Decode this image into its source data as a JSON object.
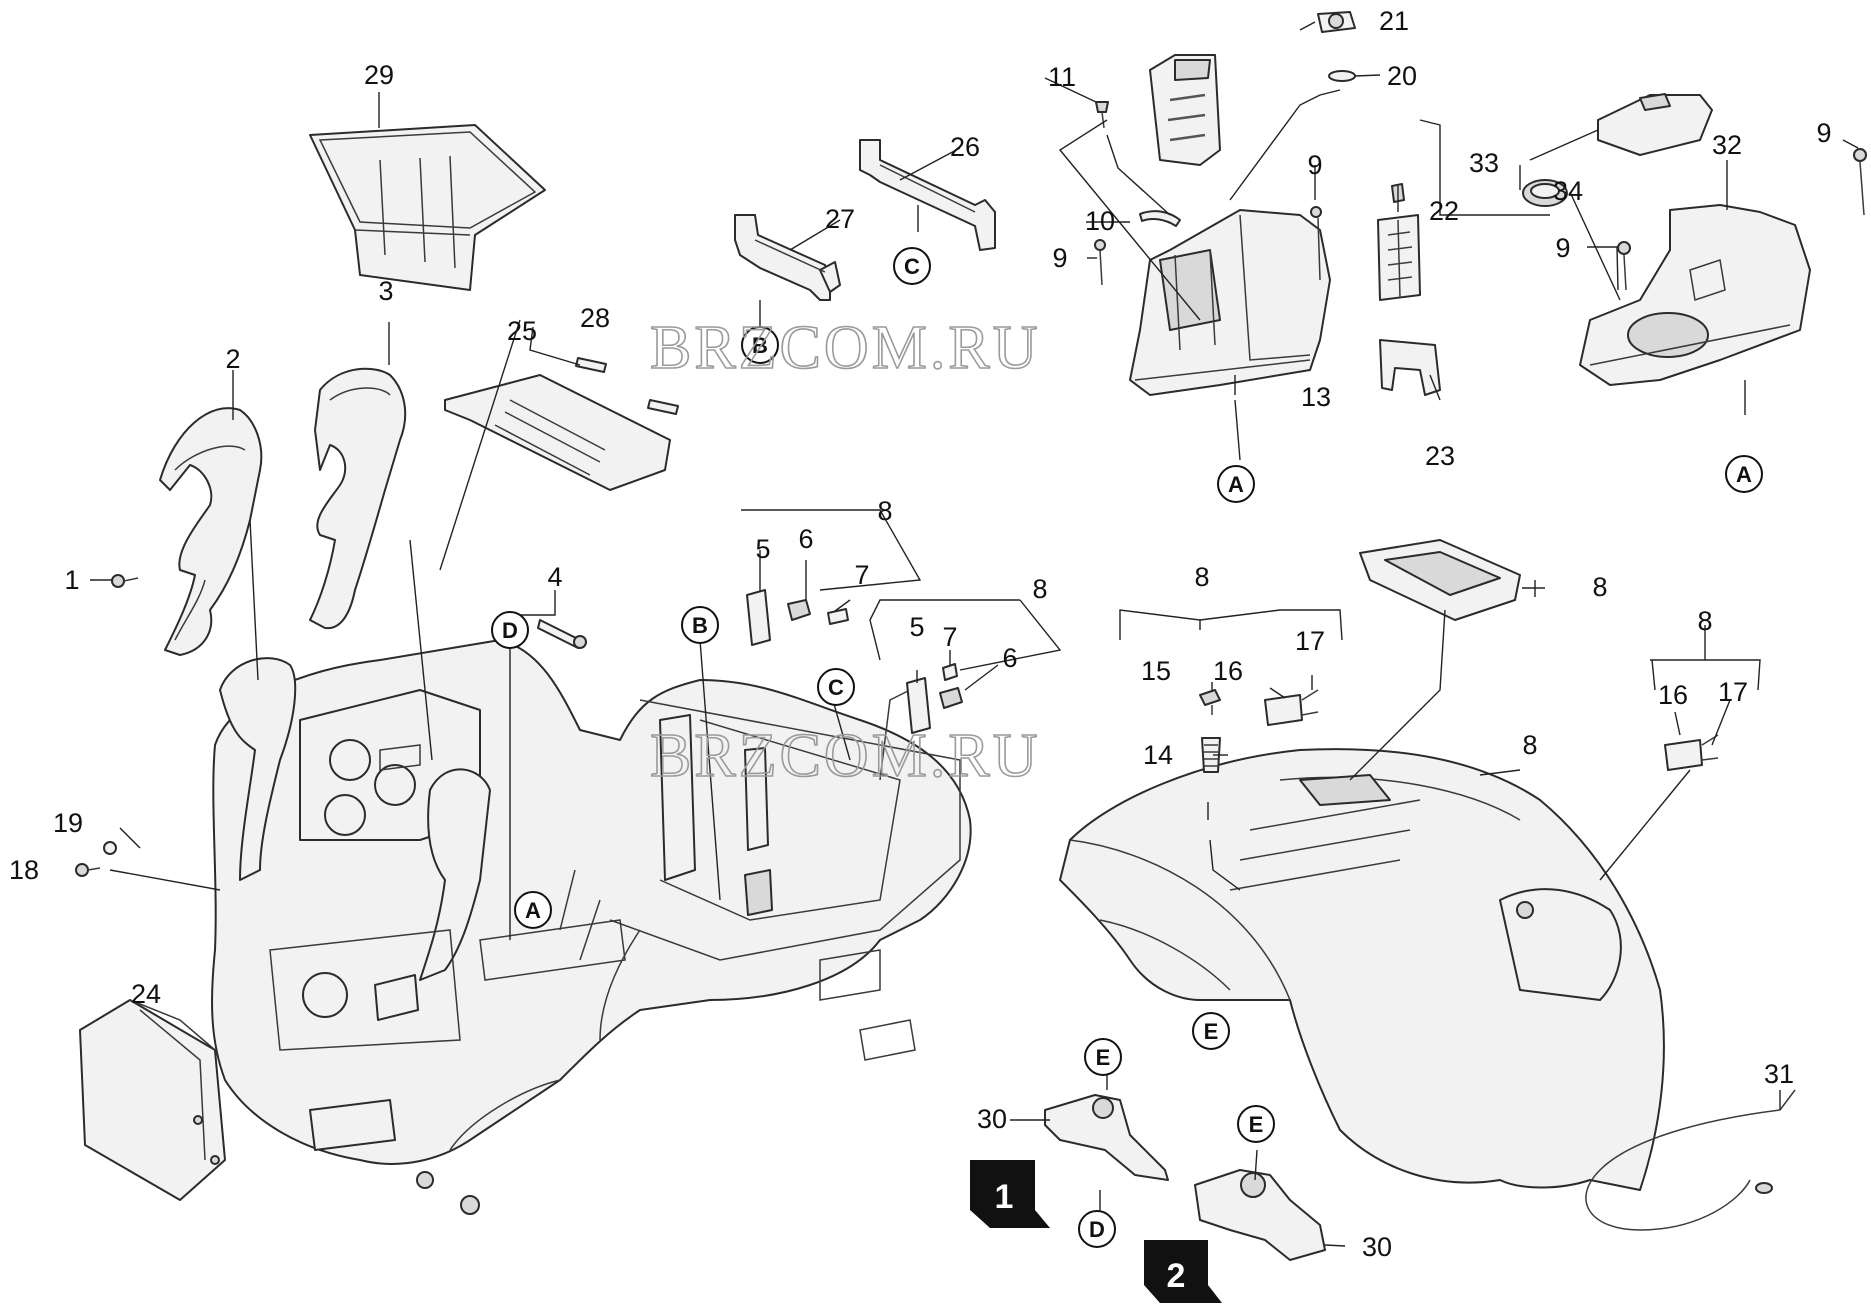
{
  "watermark": "BRZCOM.RU",
  "callouts": {
    "c1": "1",
    "c2": "2",
    "c3": "3",
    "c4": "4",
    "c5a": "5",
    "c5b": "5",
    "c6a": "6",
    "c6b": "6",
    "c7a": "7",
    "c7b": "7",
    "c8a": "8",
    "c8b": "8",
    "c8c": "8",
    "c8d": "8",
    "c8e": "8",
    "c8f": "8",
    "c9a": "9",
    "c9b": "9",
    "c9c": "9",
    "c9d": "9",
    "c10": "10",
    "c11": "11",
    "c13": "13",
    "c14": "14",
    "c15": "15",
    "c16a": "16",
    "c16b": "16",
    "c17a": "17",
    "c17b": "17",
    "c18": "18",
    "c19": "19",
    "c20": "20",
    "c21": "21",
    "c22": "22",
    "c23": "23",
    "c24": "24",
    "c25": "25",
    "c26": "26",
    "c27": "27",
    "c28": "28",
    "c29": "29",
    "c30a": "30",
    "c30b": "30",
    "c31": "31",
    "c32": "32",
    "c33": "33",
    "c34": "34"
  },
  "letters": {
    "la1": "A",
    "la2": "A",
    "la3": "A",
    "lb1": "B",
    "lb2": "B",
    "lc1": "C",
    "lc2": "C",
    "ld1": "D",
    "ld2": "D",
    "le1": "E",
    "le2": "E",
    "le3": "E"
  },
  "badges": {
    "variant1": "1",
    "variant2": "2"
  }
}
